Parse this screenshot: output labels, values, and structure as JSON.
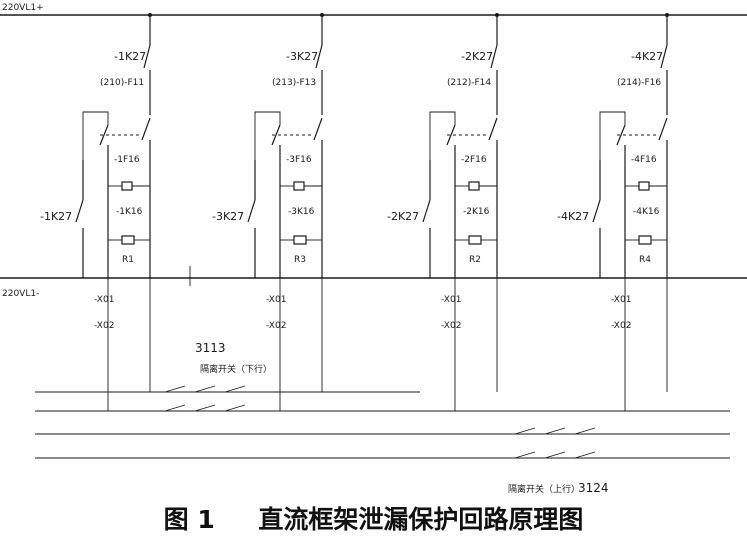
{
  "bus_labels": {
    "top": "220VL1+",
    "mid": "220VL1-"
  },
  "channels": [
    {
      "relay_label": "-1K27",
      "fuse_label": "(210)-F11",
      "switch_label": "-1F16",
      "coil_label": "-1K16",
      "resistor_label": "R1",
      "side_label": "-1K27",
      "term_top": "-X01",
      "term_bot": "-X02"
    },
    {
      "relay_label": "-3K27",
      "fuse_label": "(213)-F13",
      "switch_label": "-3F16",
      "coil_label": "-3K16",
      "resistor_label": "R3",
      "side_label": "-3K27",
      "term_top": "-X01",
      "term_bot": "-X02"
    },
    {
      "relay_label": "-2K27",
      "fuse_label": "(212)-F14",
      "switch_label": "-2F16",
      "coil_label": "-2K16",
      "resistor_label": "R2",
      "side_label": "-2K27",
      "term_top": "-X01",
      "term_bot": "-X02"
    },
    {
      "relay_label": "-4K27",
      "fuse_label": "(214)-F16",
      "switch_label": "-4F16",
      "coil_label": "-4K16",
      "resistor_label": "R4",
      "side_label": "-4K27",
      "term_top": "-X01",
      "term_bot": "-X02"
    }
  ],
  "annotations": {
    "left_switch_num": "3113",
    "left_switch_label": "隔离开关（下行）",
    "right_switch_num": "3124",
    "right_switch_label": "隔离开关（上行）"
  },
  "caption": {
    "fig": "图 1",
    "title": "直流框架泄漏保护回路原理图"
  }
}
